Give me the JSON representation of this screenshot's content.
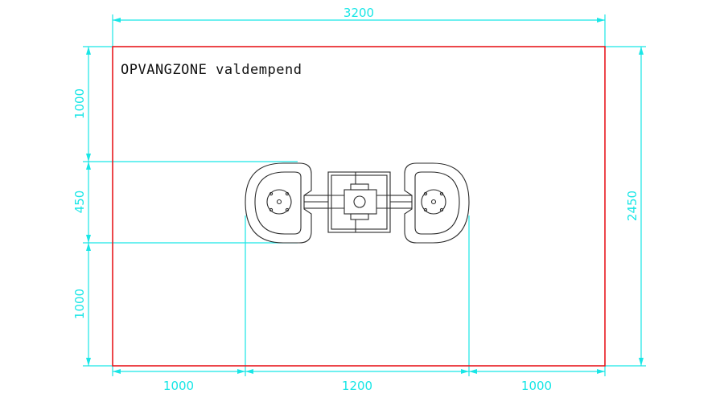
{
  "drawing": {
    "zone_label": "OPVANGZONE valdempend",
    "colors": {
      "dimension": "#19e6e6",
      "zone_border": "#e8181e",
      "equipment": "#2a2a2a"
    },
    "dimensions": {
      "top_width": "3200",
      "left_upper": "1000",
      "left_middle": "450",
      "left_lower": "1000",
      "right_height": "2450",
      "bottom_left": "1000",
      "bottom_middle": "1200",
      "bottom_right": "1000"
    }
  }
}
